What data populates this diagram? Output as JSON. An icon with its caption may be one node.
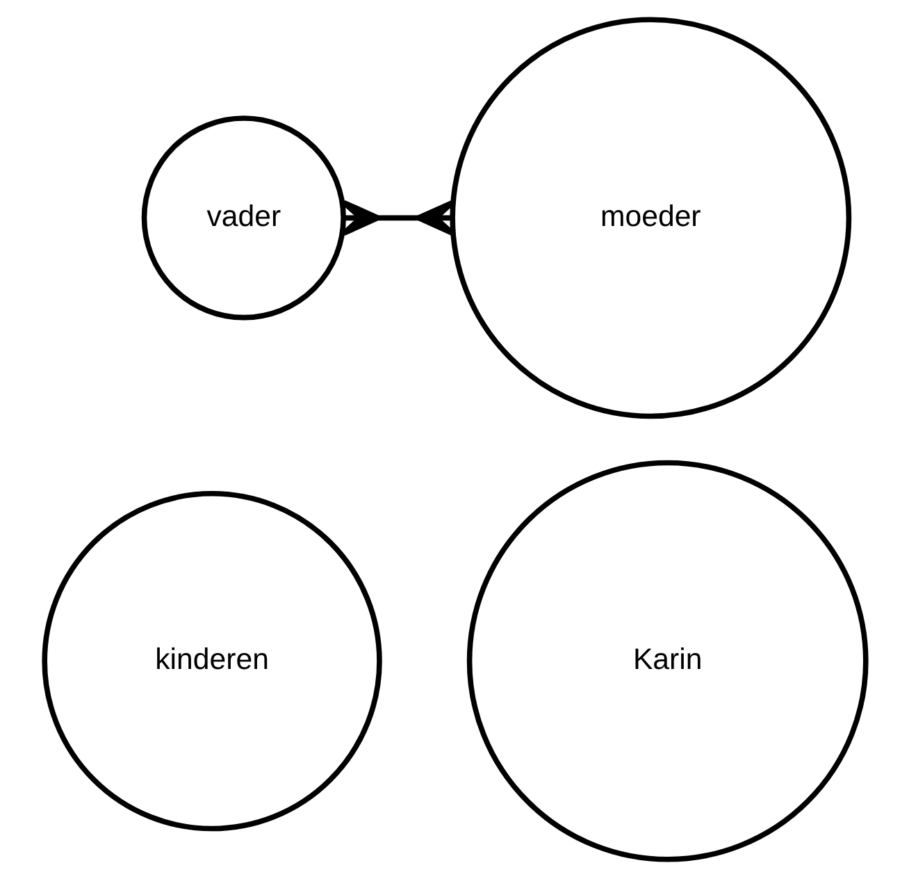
{
  "diagram": {
    "nodes": [
      {
        "text": [
          "vader"
        ]
      },
      {
        "text": [
          "moeder"
        ]
      },
      {
        "text": [
          "kinderen"
        ]
      },
      {
        "text": [
          "Karin"
        ]
      }
    ],
    "edges": [
      {
        "from": 0,
        "to": 1,
        "arrow": "other"
      }
    ]
  }
}
